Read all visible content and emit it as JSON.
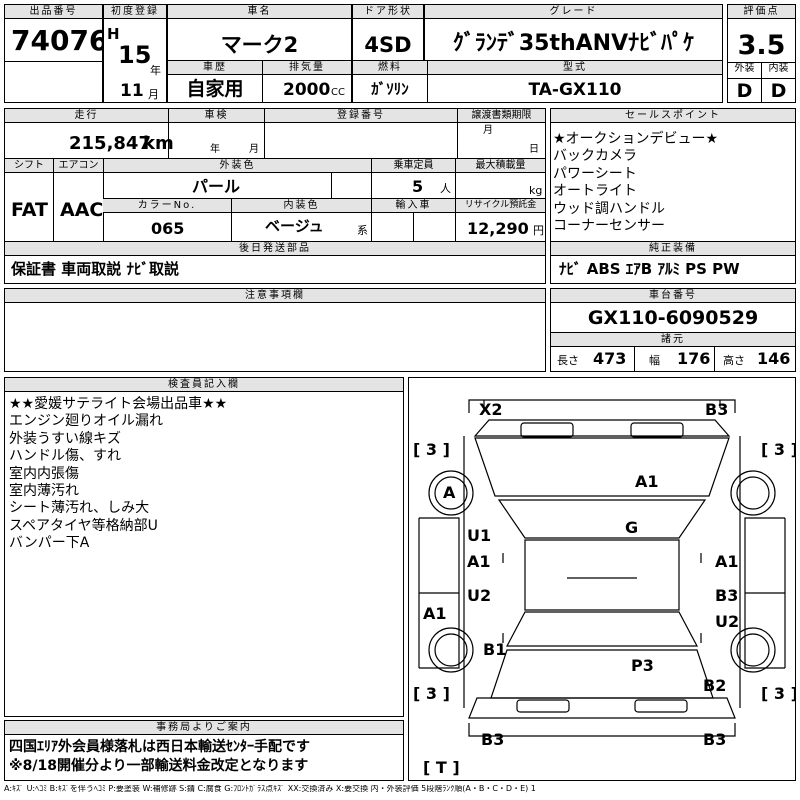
{
  "header": {
    "lot_label": "出品番号",
    "lot_no": "74076",
    "first_reg_label": "初度登録",
    "era": "H",
    "year": "15",
    "year_unit": "年",
    "month": "11",
    "month_unit": "月",
    "name_label": "車名",
    "name": "マーク2",
    "door_label": "ドア形状",
    "door": "4SD",
    "grade_label": "グレード",
    "grade": "ｸﾞﾗﾝﾃﾞ35thANVﾅﾋﾞﾊﾟｹ",
    "score_label": "評価点",
    "score": "3.5",
    "ext_label": "外装",
    "ext": "D",
    "int_label": "内装",
    "int": "D",
    "history_label": "車歴",
    "history": "自家用",
    "disp_label": "排気量",
    "disp": "2000",
    "disp_unit": "CC",
    "fuel_label": "燃料",
    "fuel": "ｶﾞｿﾘﾝ",
    "model_label": "型式",
    "model": "TA-GX110"
  },
  "row2": {
    "mileage_label": "走行",
    "mileage": "215,847",
    "mileage_unit": "km",
    "inspection_label": "車検",
    "insp_year_unit": "年",
    "insp_month_unit": "月",
    "reg_label": "登録番号",
    "doc_deadline_label": "譲渡書類期限",
    "doc_month_unit": "月",
    "doc_day_unit": "日",
    "shift_label": "シフト",
    "shift": "FAT",
    "ac_label": "エアコン",
    "ac": "AAC",
    "color_label": "外装色",
    "color": "パール",
    "capacity_label": "乗車定員",
    "capacity": "5",
    "capacity_unit": "人",
    "load_label": "最大積載量",
    "load_unit": "kg",
    "color_no_label": "カラーNo.",
    "color_no": "065",
    "int_color_label": "内装色",
    "int_color": "ベージュ",
    "int_color_unit": "系",
    "import_label": "輸入車",
    "recycle_label": "リサイクル預託金",
    "recycle": "12,290",
    "recycle_unit": "円",
    "after_label": "後日発送部品",
    "after": "保証書 車両取説 ﾅﾋﾞ取説"
  },
  "sales": {
    "label": "セールスポイント",
    "items": [
      "★オークションデビュー★",
      "バックカメラ",
      "パワーシート",
      "オートライト",
      "ウッド調ハンドル",
      "コーナーセンサー"
    ]
  },
  "equip": {
    "label": "純正装備",
    "value": "ﾅﾋﾞ ABS ｴｱB ｱﾙﾐ PS PW"
  },
  "notes": {
    "label": "注意事項欄"
  },
  "chassis": {
    "label": "車台番号",
    "value": "GX110-6090529",
    "spec_label": "諸元",
    "length_label": "長さ",
    "length": "473",
    "width_label": "幅",
    "width": "176",
    "height_label": "高さ",
    "height": "146"
  },
  "inspector": {
    "label": "検査員記入欄",
    "items": [
      "★★愛媛サテライト会場出品車★★",
      "エンジン廻りオイル漏れ",
      "外装うすい線キズ",
      "ハンドル傷、すれ",
      "室内内張傷",
      "室内薄汚れ",
      "シート薄汚れ、しみ大",
      "スペアタイヤ等格納部U",
      "バンパー下A"
    ]
  },
  "diagram": {
    "marks": {
      "fl_corner": "X2",
      "fr_corner": "B3",
      "hood": "A1",
      "roof": "G",
      "fl_tire": "A",
      "l_front_door_1": "U1",
      "l_front_door_2": "A1",
      "l_rear_door": "U2",
      "l_rear_fender": "B1",
      "l_front_fender": "A1",
      "r_front_door": "A1",
      "r_rear_door_1": "B3",
      "r_rear_door_2": "U2",
      "trunk": "P3",
      "r_rear_quarter": "B2",
      "rl_corner": "B3",
      "rr_corner": "B3"
    },
    "tire_brackets": {
      "fl": "[ 3 ]",
      "fr": "[ 3 ]",
      "rl": "[ 3 ]",
      "rr": "[ 3 ]",
      "spare": "[ T ]"
    }
  },
  "office": {
    "label": "事務局よりご案内",
    "line1": "四国ｴﾘｱ外会員様落札は西日本輸送ｾﾝﾀｰ手配です",
    "line2": "※8/18開催分より一部輸送料金改定となります"
  },
  "legend": "A:ｷｽﾞ U:ﾍｺﾐ B:ｷｽﾞを伴うﾍｺﾐ P:要塗装 W:補修跡 S:錆 C:腐食 G:ﾌﾛﾝﾄｶﾞﾗｽ点ｷｽﾞ XX:交換済み X:要交換 内・外装評価 5段階ﾗﾝｸ順(A・B・C・D・E) 1"
}
